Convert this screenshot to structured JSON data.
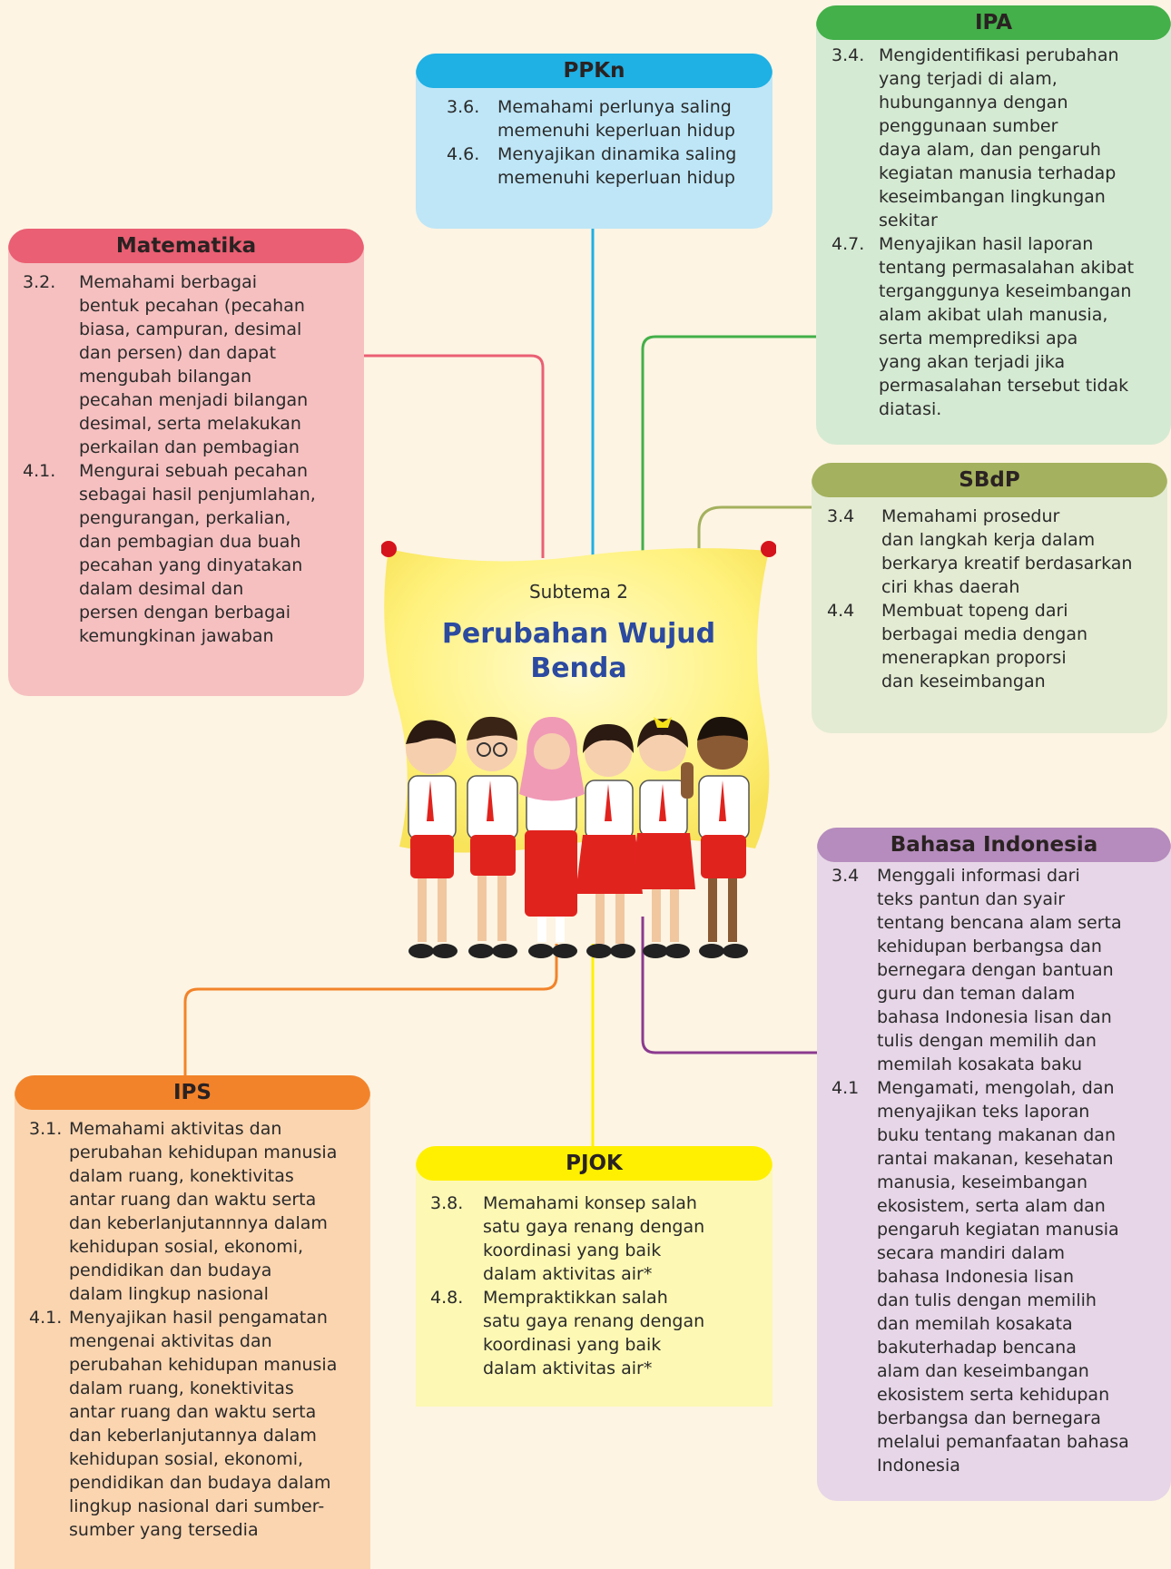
{
  "center": {
    "subtitle": "Subtema 2",
    "title": "Perubahan Wujud Benda"
  },
  "colors": {
    "background": "#fdf4e3",
    "ppkn": "#1fb0e4",
    "matematika": "#ea5f73",
    "ipa": "#43b049",
    "sbdp": "#a4b15e",
    "bahasa_indonesia": "#b58cbd",
    "ips": "#f2832a",
    "pjok": "#fef000",
    "title": "#2b4aa0"
  },
  "ppkn": {
    "title": "PPKn",
    "items": [
      {
        "num": "3.6.",
        "lines": [
          "Memahami perlunya saling",
          "memenuhi keperluan hidup"
        ]
      },
      {
        "num": "4.6.",
        "lines": [
          "Menyajikan dinamika saling",
          "memenuhi keperluan hidup"
        ]
      }
    ]
  },
  "matematika": {
    "title": "Matematika",
    "items": [
      {
        "num": "3.2.",
        "lines": [
          "Memahami berbagai",
          "bentuk pecahan (pecahan",
          "biasa, campuran, desimal",
          "dan persen) dan dapat",
          "mengubah bilangan",
          "pecahan menjadi bilangan",
          "desimal, serta melakukan",
          "perkailan dan pembagian"
        ]
      },
      {
        "num": "4.1.",
        "lines": [
          "Mengurai sebuah pecahan",
          "sebagai hasil penjumlahan,",
          "pengurangan, perkalian,",
          "dan pembagian dua buah",
          "pecahan yang dinyatakan",
          "dalam desimal dan",
          "persen dengan berbagai",
          "kemungkinan jawaban"
        ]
      }
    ]
  },
  "ipa": {
    "title": "IPA",
    "items": [
      {
        "num": "3.4.",
        "lines": [
          "Mengidentifikasi perubahan",
          "yang terjadi di alam,",
          "hubungannya dengan",
          "penggunaan sumber",
          "daya alam, dan pengaruh",
          "kegiatan manusia terhadap",
          "keseimbangan lingkungan",
          "sekitar"
        ]
      },
      {
        "num": "4.7.",
        "lines": [
          "Menyajikan hasil laporan",
          "tentang permasalahan akibat",
          "terganggunya keseimbangan",
          "alam akibat ulah manusia,",
          "serta memprediksi apa",
          "yang akan terjadi jika",
          "permasalahan tersebut tidak",
          "diatasi."
        ]
      }
    ]
  },
  "sbdp": {
    "title": "SBdP",
    "items": [
      {
        "num": "3.4",
        "lines": [
          "Memahami prosedur",
          "dan langkah kerja dalam",
          "berkarya kreatif berdasarkan",
          "ciri khas daerah"
        ]
      },
      {
        "num": "4.4",
        "lines": [
          "Membuat topeng dari",
          "berbagai media dengan",
          "menerapkan proporsi",
          "dan keseimbangan"
        ]
      }
    ]
  },
  "bahasa_indonesia": {
    "title": "Bahasa Indonesia",
    "items": [
      {
        "num": "3.4",
        "lines": [
          "Menggali informasi dari",
          "teks pantun dan syair",
          "tentang bencana alam serta",
          "kehidupan berbangsa dan",
          "bernegara dengan bantuan",
          "guru dan teman dalam",
          "bahasa Indonesia lisan dan",
          "tulis dengan memilih dan",
          "memilah kosakata baku"
        ]
      },
      {
        "num": "4.1",
        "lines": [
          "Mengamati, mengolah, dan",
          "menyajikan teks laporan",
          "buku tentang makanan dan",
          "rantai makanan, kesehatan",
          "manusia, keseimbangan",
          "ekosistem, serta alam dan",
          "pengaruh kegiatan manusia",
          "secara mandiri dalam",
          "bahasa Indonesia lisan",
          "dan tulis dengan memilih",
          "dan memilah kosakata",
          "bakuterhadap bencana",
          "alam dan keseimbangan",
          "ekosistem serta kehidupan",
          "berbangsa dan bernegara",
          "melalui pemanfaatan bahasa",
          "Indonesia"
        ]
      }
    ]
  },
  "ips": {
    "title": "IPS",
    "items": [
      {
        "num": "3.1.",
        "lines": [
          "Memahami aktivitas dan",
          "perubahan kehidupan manusia",
          "dalam ruang, konektivitas",
          "antar ruang dan waktu serta",
          "dan keberlanjutannnya dalam",
          "kehidupan sosial, ekonomi,",
          "pendidikan dan budaya",
          "dalam lingkup nasional"
        ]
      },
      {
        "num": "4.1.",
        "lines": [
          "Menyajikan hasil pengamatan",
          "mengenai aktivitas dan",
          "perubahan kehidupan manusia",
          "dalam ruang, konektivitas",
          "antar ruang dan waktu serta",
          "dan keberlanjutannya dalam",
          "kehidupan sosial, ekonomi,",
          "pendidikan dan budaya dalam",
          "lingkup nasional dari sumber-",
          "sumber yang tersedia"
        ]
      }
    ]
  },
  "pjok": {
    "title": "PJOK",
    "items": [
      {
        "num": "3.8.",
        "lines": [
          "Memahami konsep salah",
          "satu gaya renang dengan",
          "koordinasi yang baik",
          "dalam aktivitas air*"
        ]
      },
      {
        "num": "4.8.",
        "lines": [
          "Mempraktikkan salah",
          "satu gaya renang dengan",
          "koordinasi yang baik",
          "dalam aktivitas air*"
        ]
      }
    ]
  }
}
